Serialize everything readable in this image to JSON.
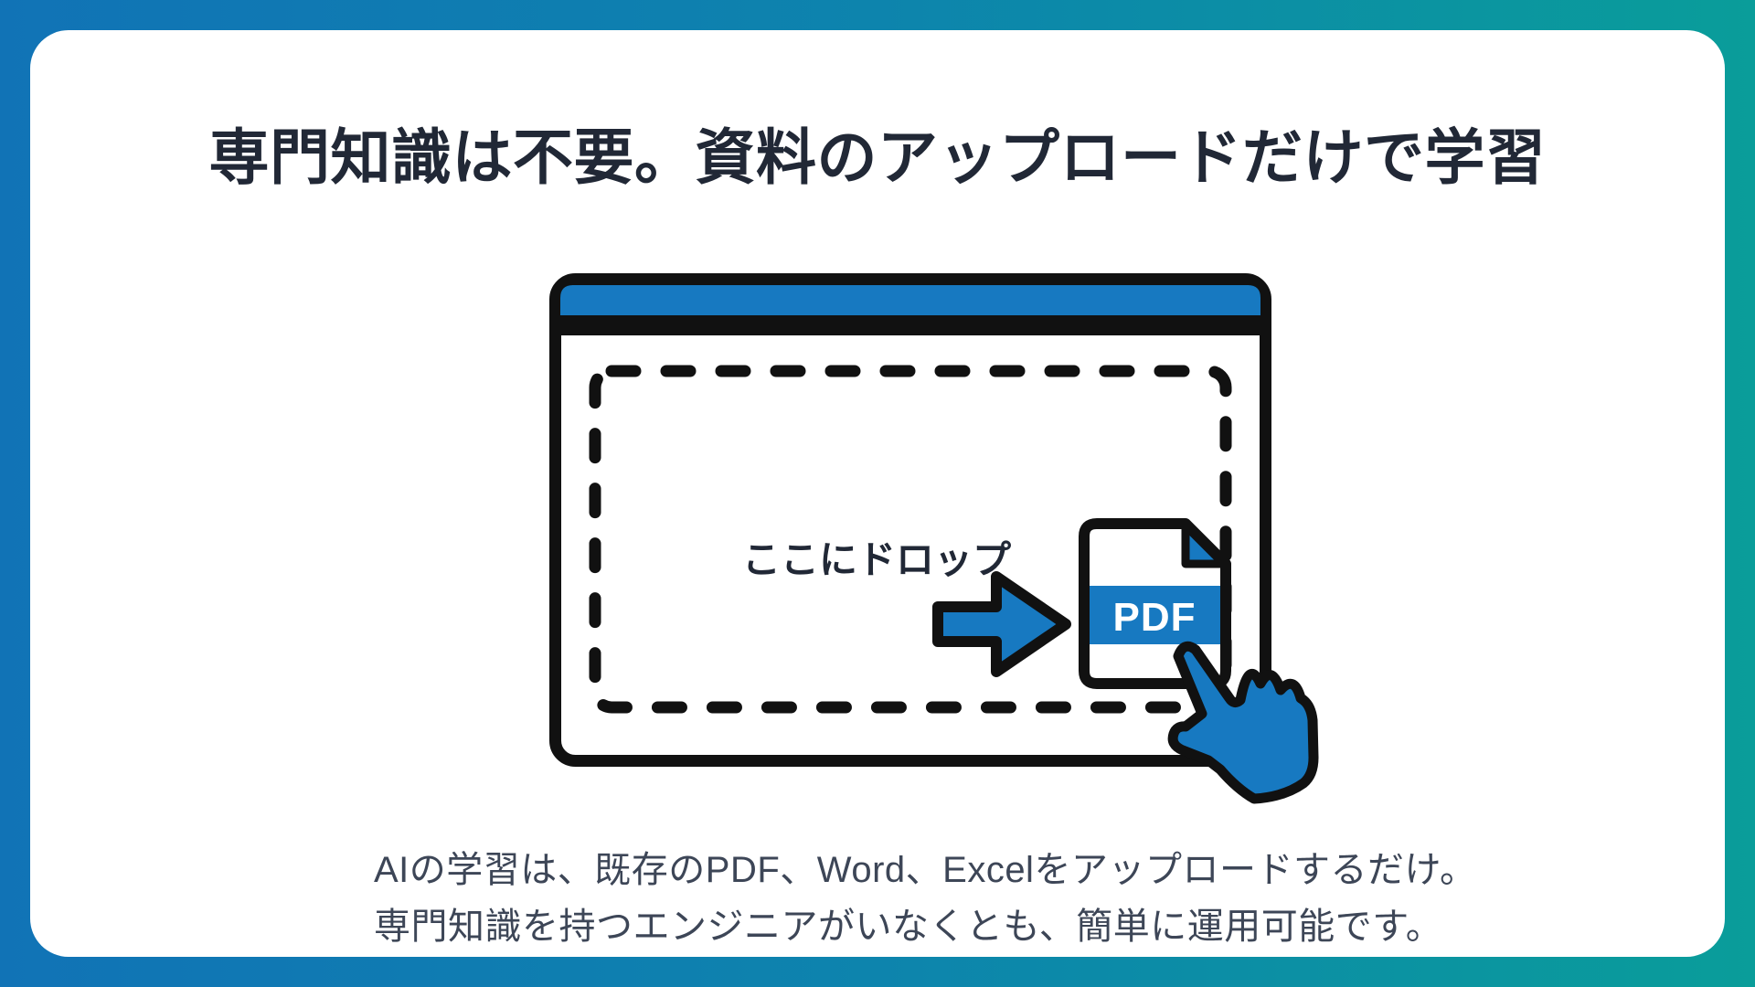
{
  "page": {
    "title": "専門知識は不要。資料のアップロードだけで学習"
  },
  "illustration": {
    "drop_label": "ここにドロップ",
    "pdf_label": "PDF",
    "icons": [
      "browser-window-icon",
      "drop-zone-dashed",
      "arrow-right-icon",
      "pdf-file-icon",
      "hand-cursor-icon"
    ],
    "colors": {
      "accent_blue": "#1779c1",
      "outline_black": "#111111",
      "window_fill": "#ffffff"
    }
  },
  "description": {
    "lines": [
      "AIの学習は、既存のPDF、Word、Excelをアップロードするだけ。",
      "専門知識を持つエンジニアがいなくとも、簡単に運用可能です。"
    ]
  },
  "background": {
    "gradient_left": "#1173b6",
    "gradient_right": "#0a9d9a",
    "card_fill": "#ffffff",
    "title_color": "#212836",
    "body_text_color": "#3d4657"
  }
}
